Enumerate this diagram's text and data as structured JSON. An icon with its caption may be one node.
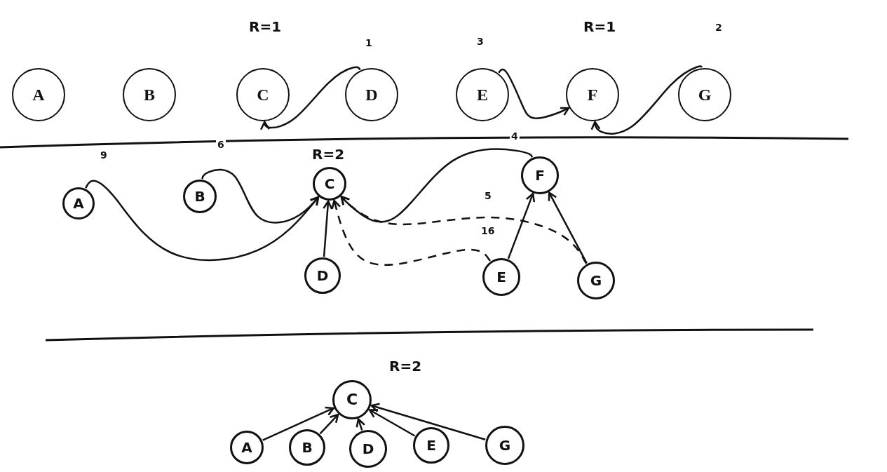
{
  "diagram": {
    "nodes": [
      {
        "text": [
          "A"
        ]
      },
      {
        "text": [
          "B"
        ]
      },
      {
        "text": [
          "C"
        ],
        "beside": [
          "R=1"
        ]
      },
      {
        "text": [
          "D"
        ]
      },
      {
        "text": [
          "E"
        ]
      },
      {
        "text": [
          "F"
        ],
        "beside": [
          "R=1"
        ]
      },
      {
        "text": [
          "G"
        ]
      },
      {
        "text": [
          "A"
        ]
      },
      {
        "text": [
          "B"
        ]
      },
      {
        "text": [
          "C"
        ],
        "beside": [
          "R=2"
        ]
      },
      {
        "text": [
          "F"
        ]
      },
      {
        "text": [
          "D"
        ]
      },
      {
        "text": [
          "E"
        ]
      },
      {
        "text": [
          "G"
        ]
      },
      {
        "text": [
          "C"
        ],
        "beside": [
          "R=2"
        ]
      },
      {
        "text": [
          "A"
        ]
      },
      {
        "text": [
          "B"
        ]
      },
      {
        "text": [
          "D"
        ]
      },
      {
        "text": [
          "E"
        ]
      },
      {
        "text": [
          "G"
        ]
      }
    ],
    "edges": [
      {
        "from": 3,
        "to": 2,
        "arrow": "to",
        "label": "1"
      },
      {
        "from": 4,
        "to": 5,
        "arrow": "to",
        "label": "3"
      },
      {
        "from": 6,
        "to": 5,
        "arrow": "to",
        "label": "2"
      },
      {
        "from": 7,
        "to": 9,
        "arrow": "to",
        "label": "9"
      },
      {
        "from": 8,
        "to": 9,
        "arrow": "to",
        "label": "6"
      },
      {
        "from": 10,
        "to": 9,
        "arrow": "to",
        "label": "4"
      },
      {
        "from": 11,
        "to": 9,
        "arrow": "to"
      },
      {
        "from": 13,
        "to": 9,
        "arrow": "to",
        "label": "5",
        "style": "dashed"
      },
      {
        "from": 12,
        "to": 9,
        "arrow": "to",
        "label": "16",
        "style": "dashed"
      },
      {
        "from": 12,
        "to": 10,
        "arrow": "to"
      },
      {
        "from": 13,
        "to": 10,
        "arrow": "to"
      },
      {
        "from": 15,
        "to": 14,
        "arrow": "to"
      },
      {
        "from": 16,
        "to": 14,
        "arrow": "to"
      },
      {
        "from": 17,
        "to": 14,
        "arrow": "to"
      },
      {
        "from": 18,
        "to": 14,
        "arrow": "to"
      },
      {
        "from": 19,
        "to": 14,
        "arrow": "to"
      }
    ]
  }
}
